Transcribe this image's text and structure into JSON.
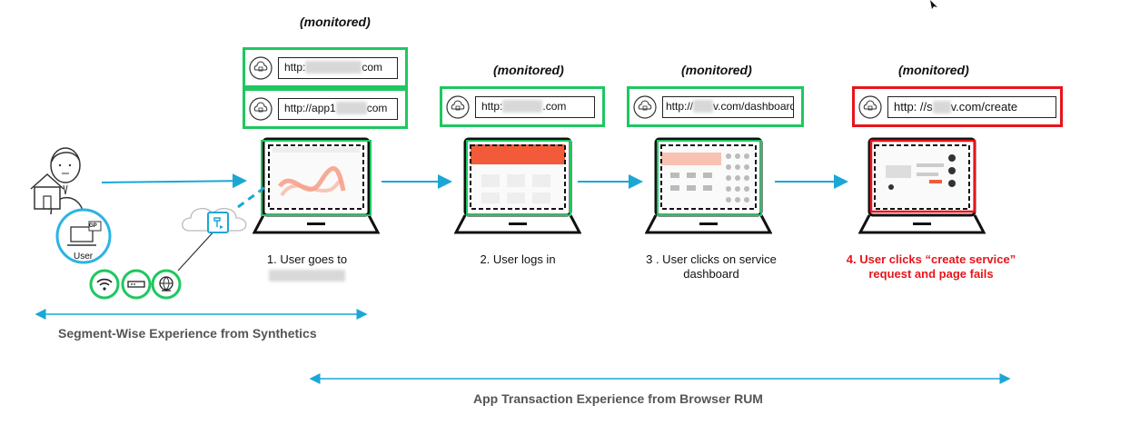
{
  "monitored_label": "(monitored)",
  "steps": [
    {
      "urls": [
        {
          "prefix": "http:",
          "suffix": "com"
        },
        {
          "prefix": "http://app1",
          "suffix": "com"
        }
      ],
      "label_line1": "1.  User goes to"
    },
    {
      "urls": [
        {
          "prefix": "http:",
          "suffix": ".com"
        }
      ],
      "label_line1": "2. User logs in"
    },
    {
      "urls": [
        {
          "prefix": "http://",
          "suffix": "v.com/dashboard"
        }
      ],
      "label_line1": "3 . User clicks on service",
      "label_line2": "dashboard"
    },
    {
      "urls": [
        {
          "prefix": "http: //s",
          "suffix": "v.com/create"
        }
      ],
      "label_line1": "4. User clicks “create service”",
      "label_line2": "request and page fails"
    }
  ],
  "user_label": "User",
  "gp_badge": "GP",
  "captions": {
    "synthetics": "Segment-Wise Experience from Synthetics",
    "rum": "App Transaction Experience from Browser RUM"
  },
  "colors": {
    "monitored_green": "#1ec760",
    "fail_red": "#e8141b",
    "arrow_cyan": "#1aa7d6",
    "user_circle": "#2bb3e5"
  },
  "icons": [
    "person-icon",
    "house-icon",
    "laptop-icon",
    "wifi-icon",
    "router-icon",
    "globe-icon",
    "cloud-icon",
    "app-icon",
    "cursor-icon"
  ]
}
